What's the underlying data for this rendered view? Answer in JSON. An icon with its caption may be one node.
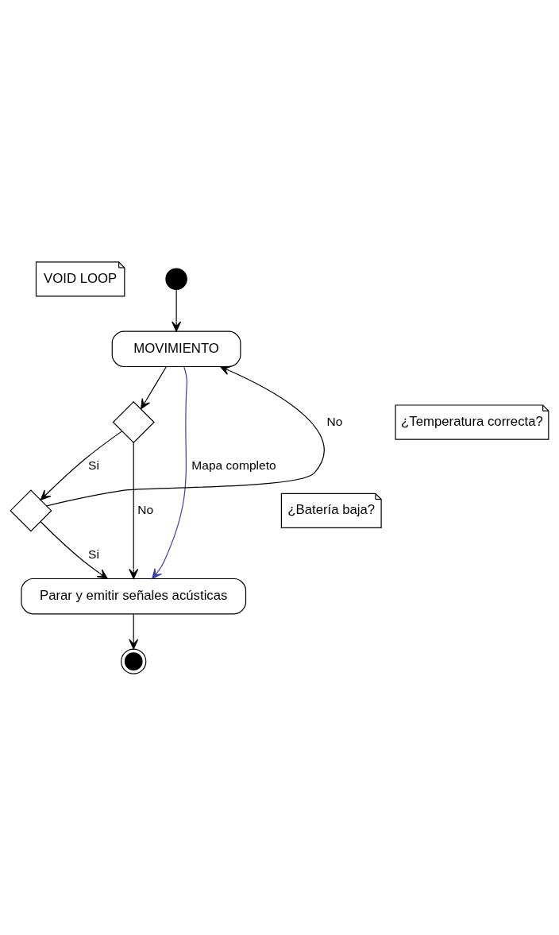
{
  "diagram": {
    "nodes": [
      {
        "text": [
          "VOID LOOP"
        ]
      },
      {
        "text": [],
        "shape": "circle"
      },
      {
        "text": [
          "MOVIMIENTO"
        ]
      },
      {
        "text": [
          "¿Temperatura correcta?"
        ]
      },
      {
        "text": [],
        "shape": "diamond"
      },
      {
        "text": [
          "¿Batería baja?"
        ]
      },
      {
        "text": [],
        "shape": "diamond"
      },
      {
        "text": [
          "Parar y emitir señales acústicas"
        ]
      },
      {
        "text": [],
        "shape": "circle"
      }
    ],
    "edges": [
      {
        "from": 1,
        "to": 2,
        "arrow": "to"
      },
      {
        "from": 2,
        "to": 4,
        "arrow": "to"
      },
      {
        "from": 2,
        "to": 7,
        "arrow": "to",
        "label": "Mapa completo",
        "color": "#3c3caa"
      },
      {
        "from": 4,
        "to": 7,
        "arrow": "to",
        "label": "No"
      },
      {
        "from": 4,
        "to": 6,
        "arrow": "to",
        "label": "Si"
      },
      {
        "from": 6,
        "to": 2,
        "arrow": "to",
        "label": "No"
      },
      {
        "from": 6,
        "to": 7,
        "arrow": "to",
        "label": "Si"
      },
      {
        "from": 7,
        "to": 8,
        "arrow": "to"
      }
    ]
  }
}
